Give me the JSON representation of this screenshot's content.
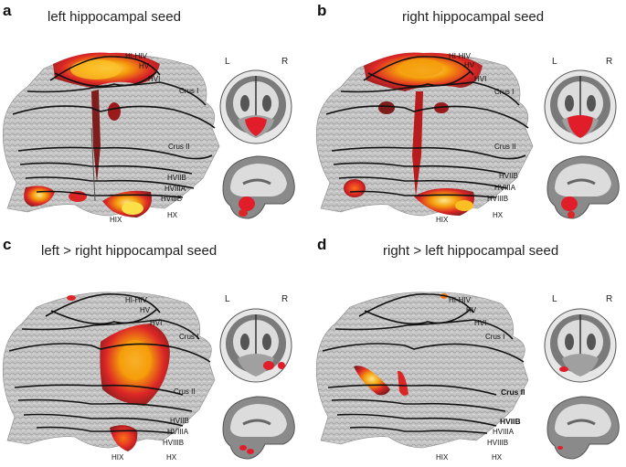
{
  "panels": [
    {
      "letter": "a",
      "title": "left hippocampal seed",
      "labels": {
        "hihiv": "HI-HIV",
        "hv": "HV",
        "hvi": "HVI",
        "crus1": "Crus I",
        "crus2": "Crus II",
        "hviib": "HVIIB",
        "hviiia": "HVIIIA",
        "hviiib": "HVIIIB",
        "hix": "HIX",
        "hx": "HX"
      },
      "left": "L",
      "right": "R"
    },
    {
      "letter": "b",
      "title": "right hippocampal seed",
      "labels": {
        "hihiv": "HI-HIV",
        "hv": "HV",
        "hvi": "HVI",
        "crus1": "Crus I",
        "crus2": "Crus II",
        "hviib": "HVIIB",
        "hviiia": "HVIIIA",
        "hviiib": "HVIIIB",
        "hix": "HIX",
        "hx": "HX"
      },
      "left": "L",
      "right": "R"
    },
    {
      "letter": "c",
      "title": "left > right hippocampal seed",
      "labels": {
        "hihiv": "HI-HIV",
        "hv": "HV",
        "hvi": "HVI",
        "crus1": "Crus I",
        "crus2": "Crus II",
        "hviib": "HVIIB",
        "hviiia": "HVIIIA",
        "hviiib": "HVIIIB",
        "hix": "HIX",
        "hx": "HX"
      },
      "left": "L",
      "right": "R"
    },
    {
      "letter": "d",
      "title": "right > left hippocampal seed",
      "labels": {
        "hihiv": "HI-HIV",
        "hv": "HV",
        "hvi": "HVI",
        "crus1": "Crus I",
        "crus2": "Crus II",
        "hviib": "HVIIB",
        "hviiia": "HVIIIA",
        "hviiib": "HVIIIB",
        "hix": "HIX",
        "hx": "HX"
      },
      "left": "L",
      "right": "R"
    }
  ],
  "colors": {
    "activation_dark": "#8b0000",
    "activation_mid": "#e83a12",
    "activation_hot": "#fcd34d",
    "tissue": "#c9c9c9",
    "outline": "#111111"
  }
}
